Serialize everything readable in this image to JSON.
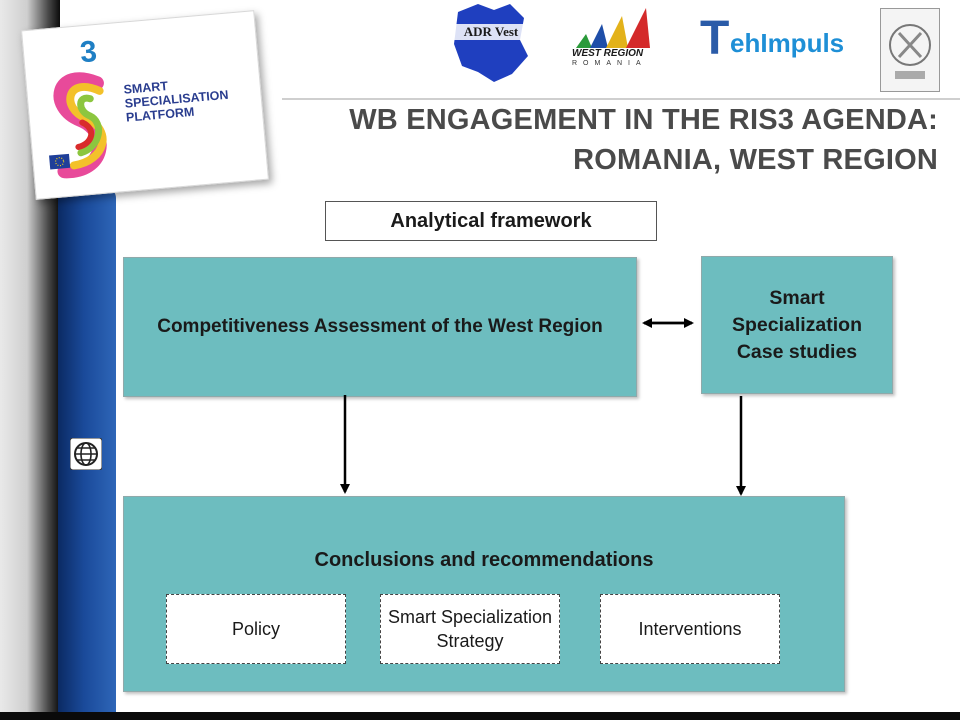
{
  "header": {
    "title_line1": "WB ENGAGEMENT IN THE RIS3 AGENDA:",
    "title_line2": "ROMANIA, WEST REGION"
  },
  "logos": {
    "ssp": {
      "numeral": "3",
      "text_line1": "SMART",
      "text_line2": "SPECIALISATION",
      "text_line3": "PLATFORM"
    },
    "adr_vest": {
      "text": "ADR Vest"
    },
    "west_region": {
      "line1": "WEST REGION",
      "line2": "ROMANIA"
    },
    "tehimpuls": {
      "first_letter": "T",
      "rest": "ehImpuls"
    }
  },
  "diagram": {
    "analytical": "Analytical framework",
    "competitiveness": "Competitiveness Assessment of the West Region",
    "case_studies": "Smart\nSpecialization\nCase studies",
    "conclusions": "Conclusions and recommendations",
    "policy": "Policy",
    "strategy": "Smart Specialization\nStrategy",
    "interventions": "Interventions"
  },
  "colors": {
    "teal_box": "#6dbdbf",
    "title_gray": "#4a4a4a",
    "blue_strip": "#1a4a9a"
  },
  "icons": {
    "side_icon": "globe-icon"
  }
}
